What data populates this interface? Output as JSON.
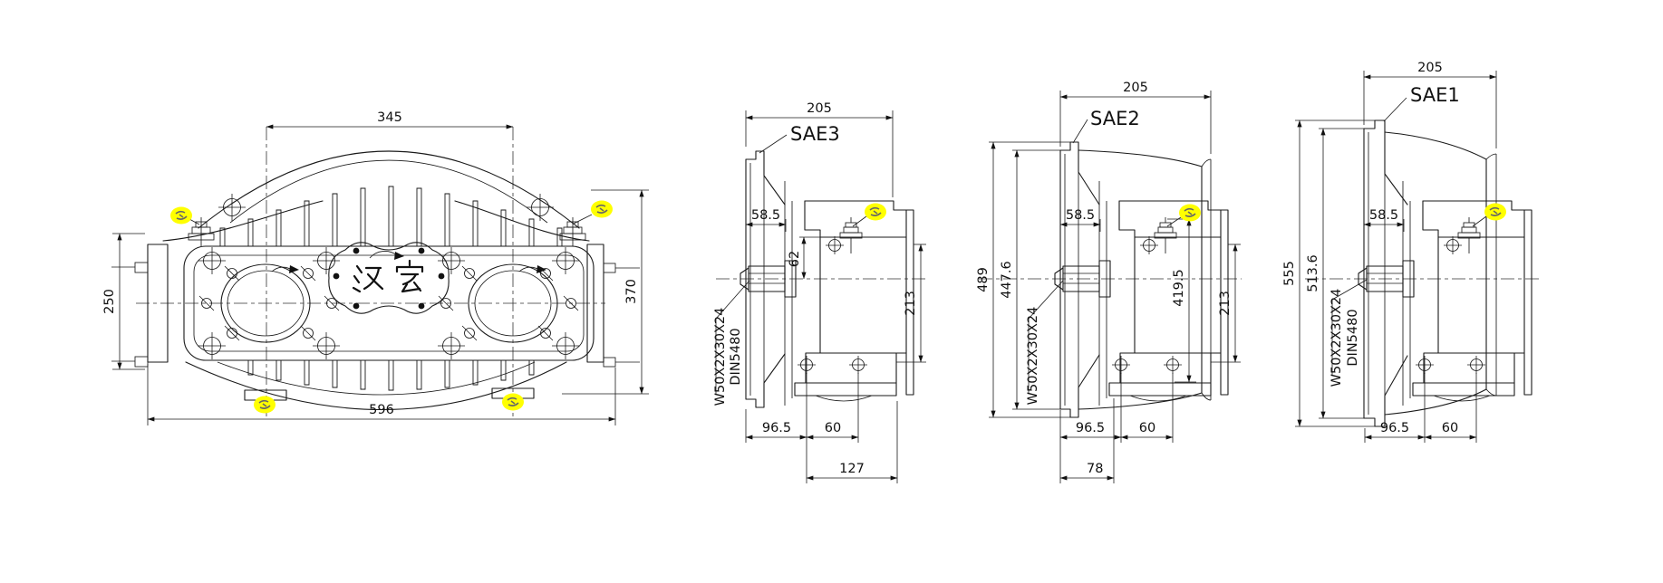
{
  "drawing": {
    "background_color": "#ffffff",
    "line_color": "#1a1a1a",
    "highlight_color": "#ffff00",
    "logo_text": "汉宏",
    "front_view": {
      "dim_top_width": "345",
      "dim_bottom_width": "596",
      "dim_left_height": "250",
      "dim_right_height": "370"
    },
    "sae3": {
      "label": "SAE3",
      "dim_width": "205",
      "dim_pilot_depth": "58.5",
      "dim_62": "62",
      "dim_213": "213",
      "spline_spec": "W50X2X30X24",
      "spline_standard": "DIN5480",
      "dim_96_5": "96.5",
      "dim_60": "60",
      "dim_127": "127"
    },
    "sae2": {
      "label": "SAE2",
      "dim_width": "205",
      "dim_pilot_depth": "58.5",
      "dim_489": "489",
      "dim_447_6": "447.6",
      "dim_419_5": "419.5",
      "dim_213": "213",
      "spline_spec": "W50X2X30X24",
      "dim_96_5": "96.5",
      "dim_60": "60",
      "dim_78": "78"
    },
    "sae1": {
      "label": "SAE1",
      "dim_width": "205",
      "dim_pilot_depth": "58.5",
      "dim_555": "555",
      "dim_513_6": "513.6",
      "spline_spec": "W50X2X30X24",
      "spline_standard": "DIN5480",
      "dim_96_5": "96.5",
      "dim_60": "60"
    }
  }
}
